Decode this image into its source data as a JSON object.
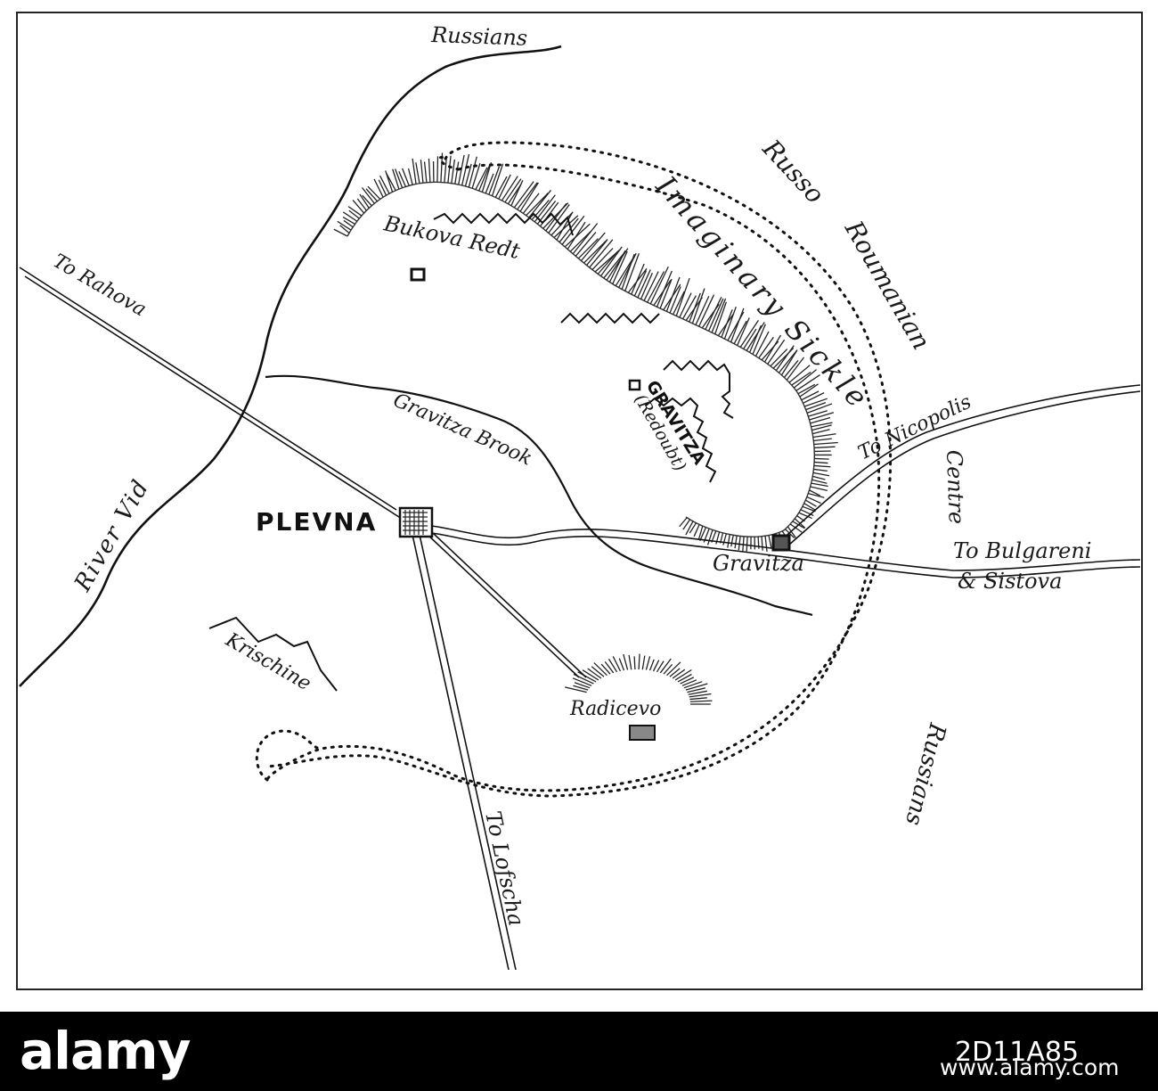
{
  "map": {
    "labels": {
      "russians_north": "Russians",
      "russians_southeast": "Russians",
      "to_rahova": "To Rahova",
      "bukova_redt": "Bukova Redt",
      "imaginary_sickle": "Imaginary Sickle",
      "russo": "Russo",
      "roumanian": "Roumanian",
      "centre": "Centre",
      "to_nicopolis": "To Nicopolis",
      "gravitza_brook": "Gravitza Brook",
      "gravitza_redoubt": "GRAVITZA",
      "redoubt": "(Redoubt)",
      "plevna": "PLEVNA",
      "river_vid": "River Vid",
      "gravitza_village": "Gravitza",
      "to_bulgareni": "To Bulgareni",
      "sistova": "& Sistova",
      "krischine": "Krischine",
      "radicevo": "Radicevo",
      "to_lofscha": "To Lofscha"
    }
  },
  "footer": {
    "brand": "alamy",
    "image_id": "2D11A85",
    "url": "www.alamy.com"
  }
}
